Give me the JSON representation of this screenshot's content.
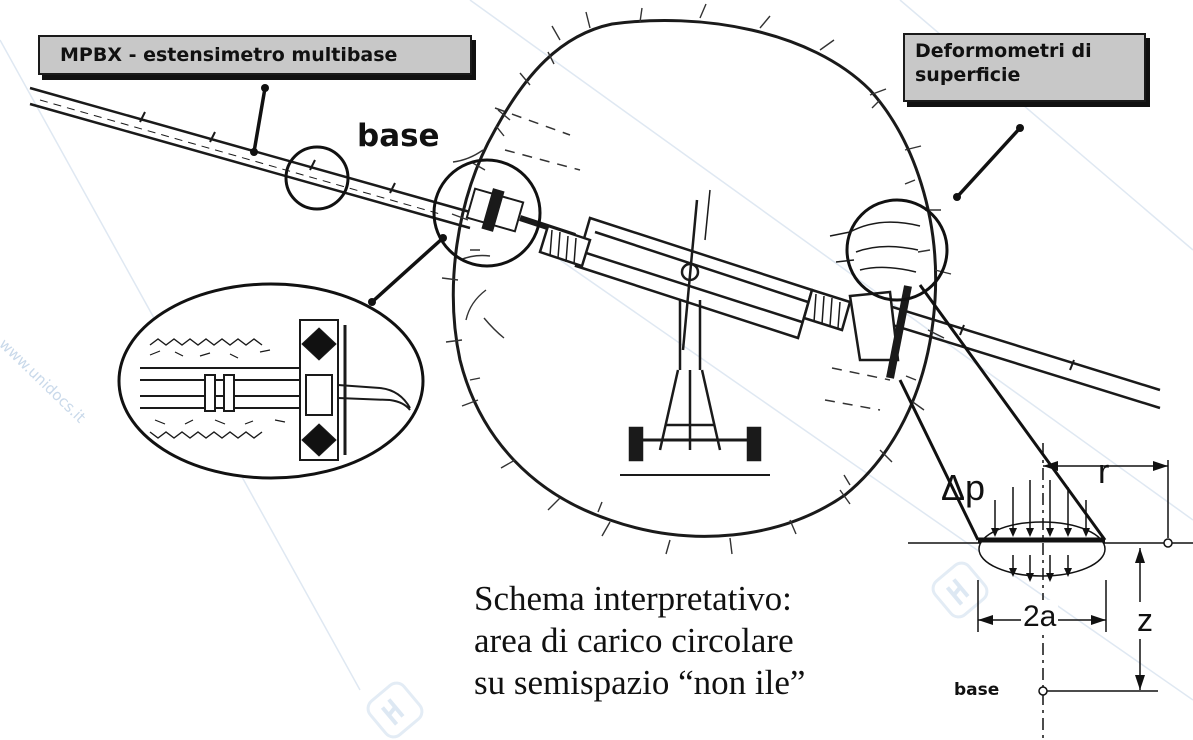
{
  "labels": {
    "mpbx": "MPBX - estensimetro multibase",
    "deformometri": "Deformometri di\nsuperficie",
    "base_top": "base",
    "base_bottom": "base"
  },
  "caption": "Schema interpretativo:\narea di carico circolare\nsu semispazio “non ile”",
  "scheme": {
    "delta_p": "Δp",
    "r": "r",
    "two_a": "2a",
    "z": "z"
  },
  "watermark": "www.unidocs.it",
  "colors": {
    "label_box": "#c8c8c8",
    "ink": "#111111",
    "watermark": "#c9d9ea"
  }
}
